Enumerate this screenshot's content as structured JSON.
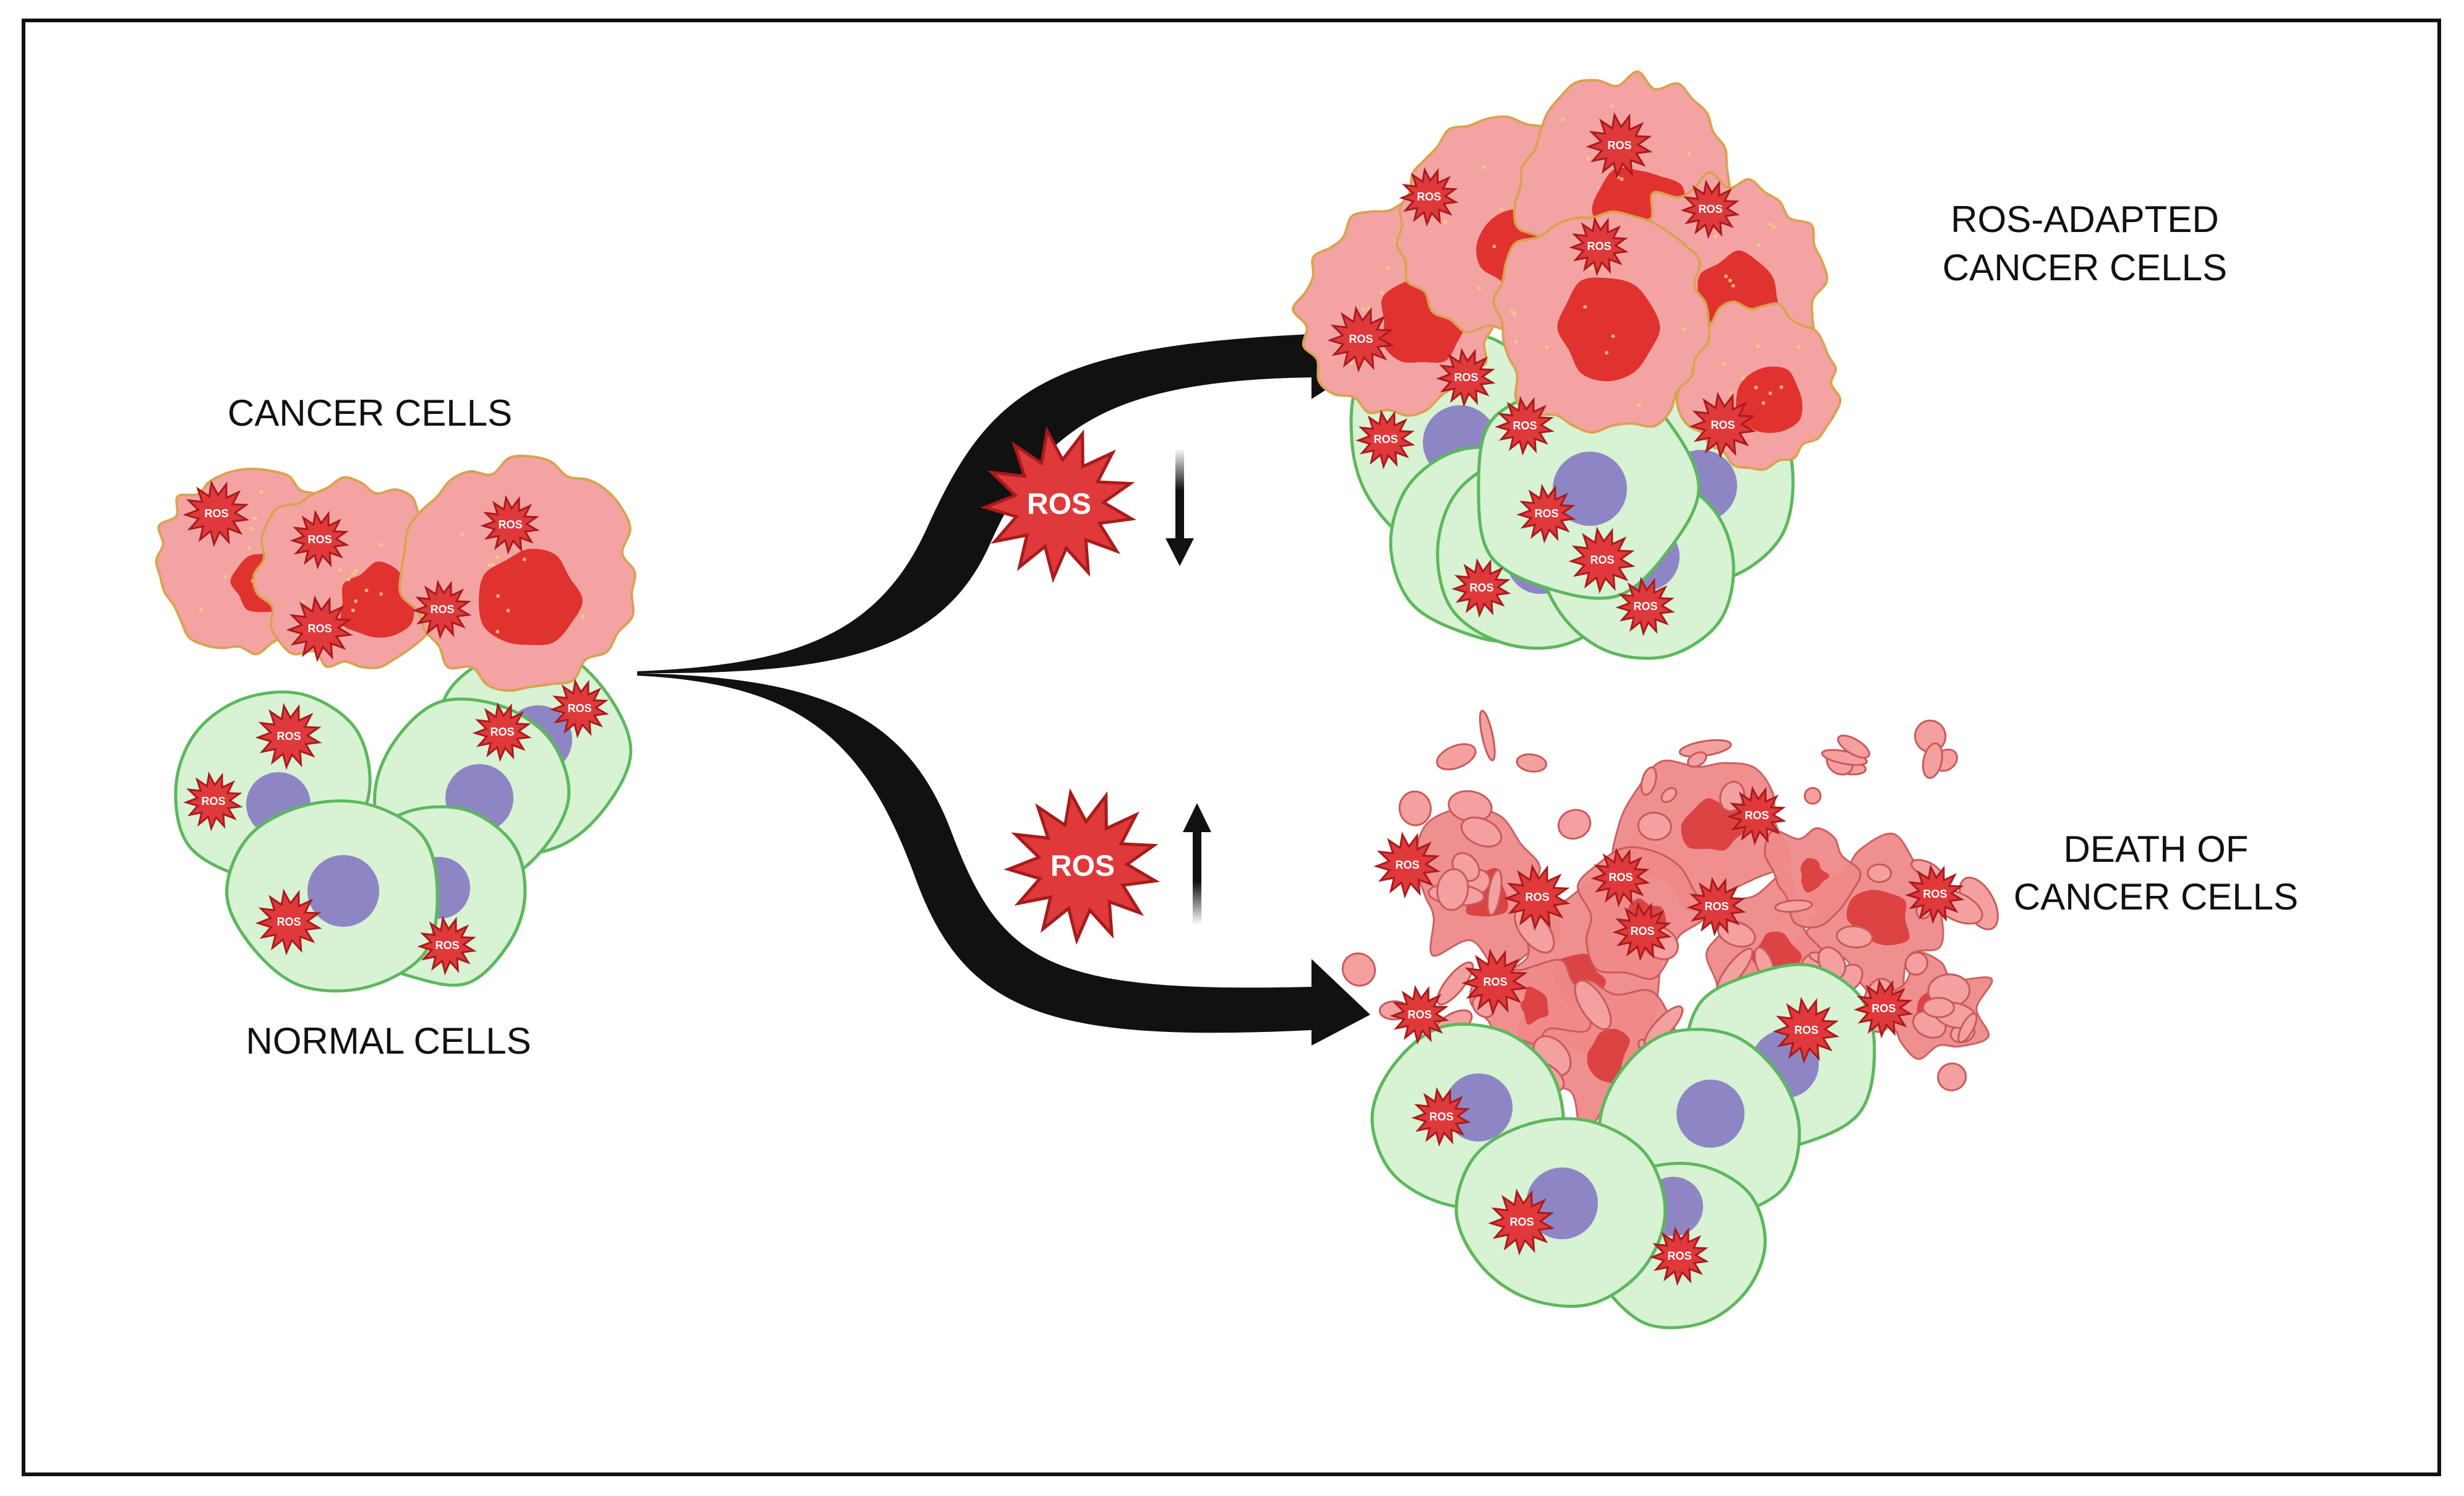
{
  "labels": {
    "cancer_cells": "CANCER CELLS",
    "normal_cells": "NORMAL CELLS",
    "ros_adapted_line1": "ROS-ADAPTED",
    "ros_adapted_line2": "CANCER CELLS",
    "death_line1": "DEATH OF",
    "death_line2": "CANCER CELLS"
  },
  "ros_label": "ROS",
  "colors": {
    "border": "#111111",
    "cancer_fill": "#f4a3a3",
    "cancer_outline": "#d9a34f",
    "cancer_nucleus": "#e0322e",
    "normal_fill": "#d8f2d4",
    "normal_outline": "#5cb85c",
    "normal_nucleus": "#8e86c4",
    "ros_star": "#e0393b",
    "ros_star_outline": "#a81b1b",
    "arrow": "#111111",
    "debris": "#f08a8a",
    "debris_outline": "#c95a5a"
  },
  "indicators": {
    "upper_branch": "decrease",
    "lower_branch": "increase"
  }
}
